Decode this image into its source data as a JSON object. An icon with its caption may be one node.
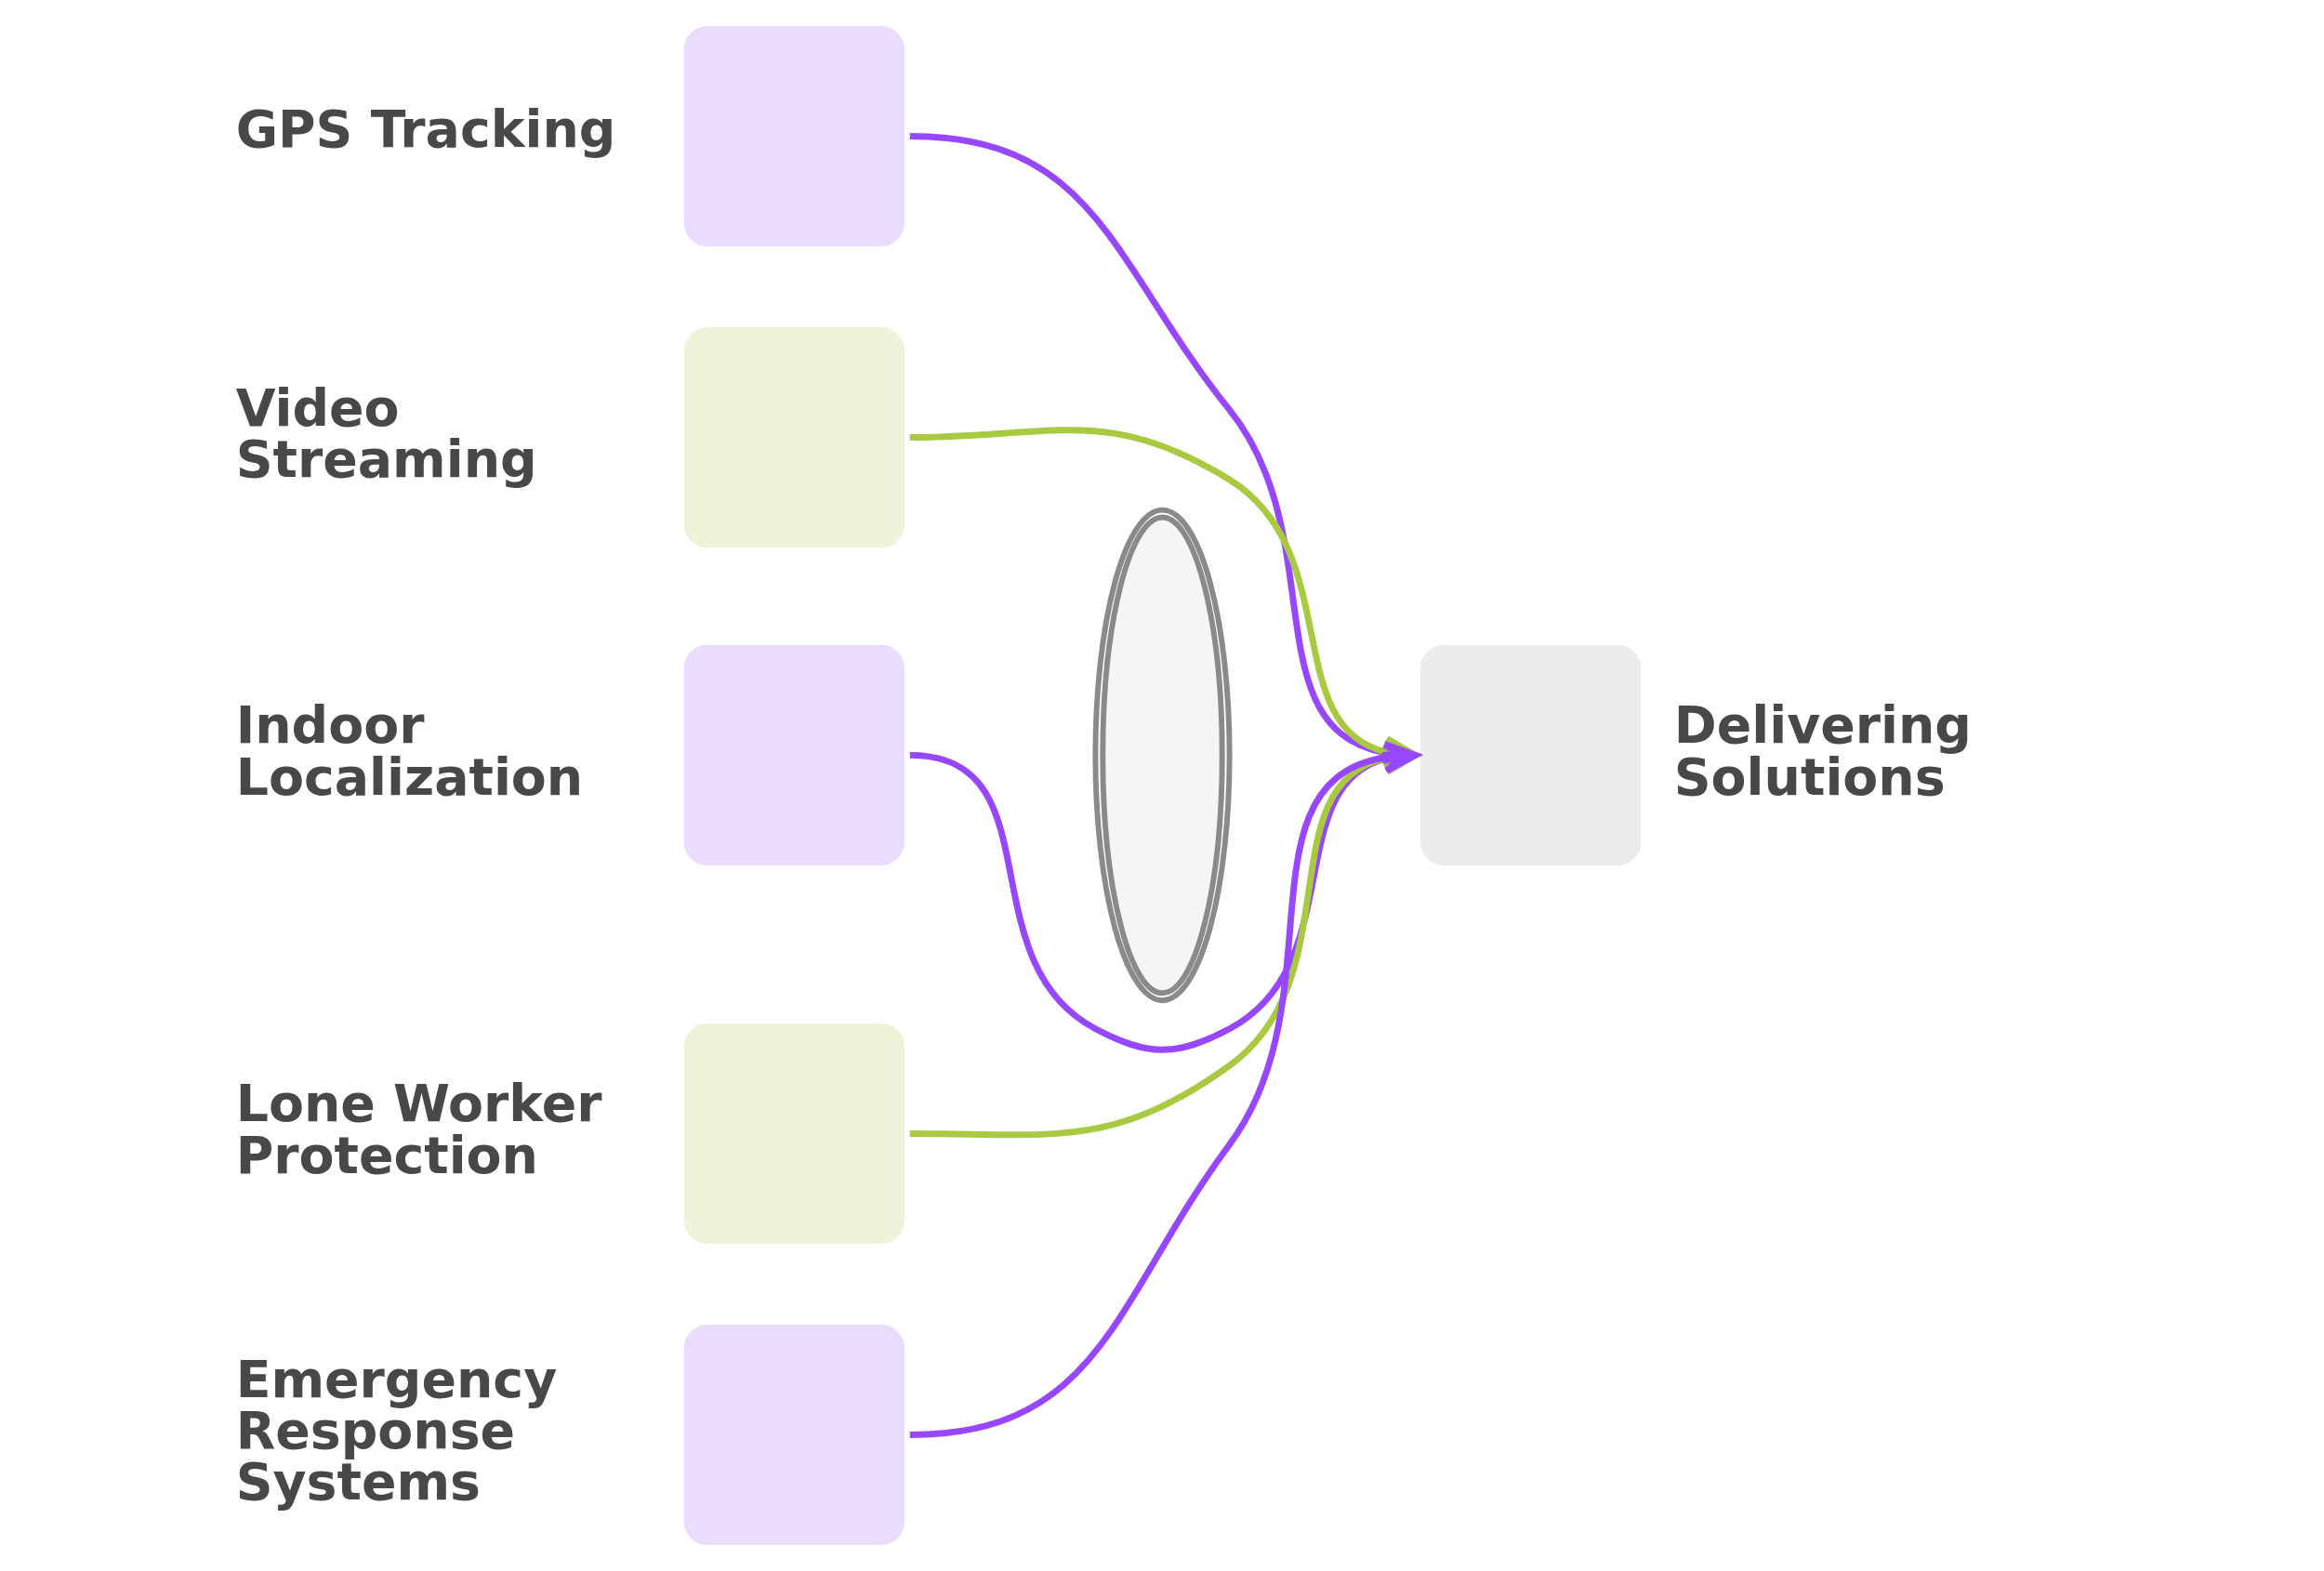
{
  "diagram": {
    "nodes": [
      {
        "text": [
          "GPS Tracking"
        ]
      },
      {
        "text": [
          "Video Streaming"
        ]
      },
      {
        "text": [
          "Indoor Localization"
        ]
      },
      {
        "text": [
          "Lone Worker Protection"
        ]
      },
      {
        "text": [
          "Emergency Response Systems"
        ]
      },
      {
        "text": [],
        "shape": "lens"
      },
      {
        "text": [
          "Delivering Solutions"
        ]
      }
    ],
    "edges": [
      {
        "from": 0,
        "to": 6,
        "arrow": "to"
      },
      {
        "from": 1,
        "to": 6,
        "arrow": "to",
        "color": "#a8c940"
      },
      {
        "from": 2,
        "to": 6,
        "arrow": "to"
      },
      {
        "from": 3,
        "to": 6,
        "arrow": "to",
        "color": "#a8c940"
      },
      {
        "from": 4,
        "to": 6,
        "arrow": "to"
      }
    ]
  }
}
